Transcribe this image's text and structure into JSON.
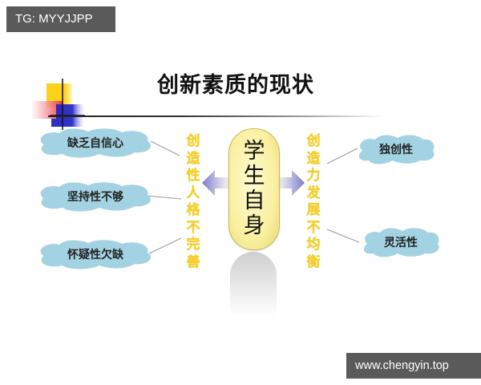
{
  "watermarks": {
    "top_left": "TG: MYYJJPP",
    "bottom_right": "www.chengyin.top"
  },
  "slide": {
    "title": "创新素质的现状",
    "center": {
      "label": "学生自身",
      "color": "#f9f0a0"
    },
    "left_branch": {
      "heading": "创造性人格不完善",
      "items": [
        "缺乏自信心",
        "坚持性不够",
        "怀疑性欠缺"
      ]
    },
    "right_branch": {
      "heading": "创造力发展不均衡",
      "items": [
        "独创性",
        "灵活性"
      ]
    },
    "colors": {
      "cloud": "#9fd0e0",
      "heading_text": "#f2cf2c",
      "arrow": "#8e8ed0"
    }
  }
}
